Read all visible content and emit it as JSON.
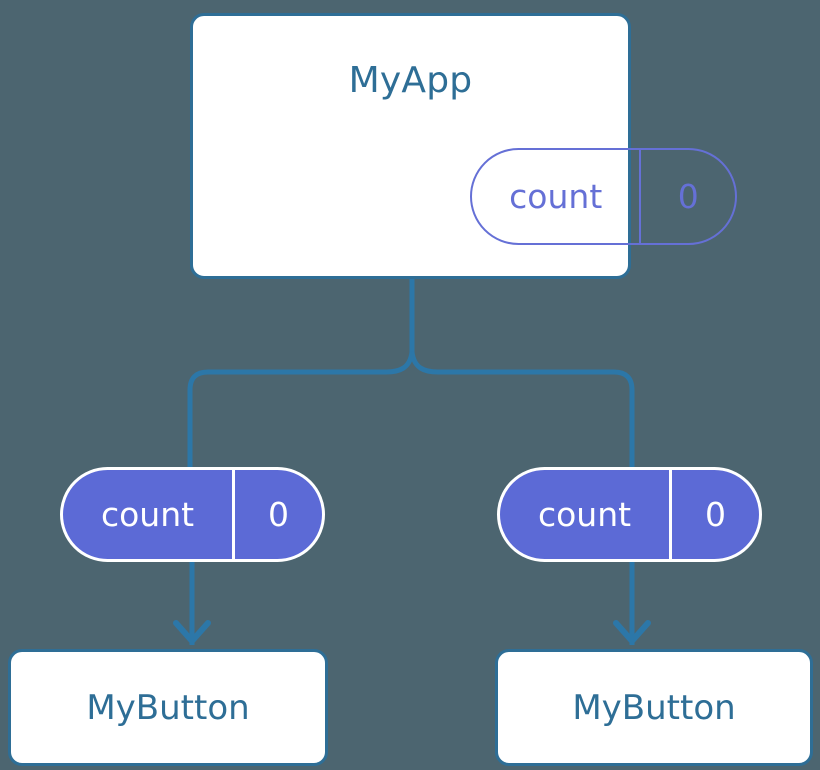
{
  "diagram": {
    "type": "component-state-tree",
    "background_color": "#4c6570",
    "accent_blue": "#2e6e96",
    "connector_blue": "#2c77a8",
    "state_purple": "#5c6ad6",
    "state_purple_outline": "#6570d6",
    "parent": {
      "name": "MyApp",
      "state": {
        "key": "count",
        "value": "0"
      }
    },
    "children": [
      {
        "name": "MyButton",
        "state": {
          "key": "count",
          "value": "0"
        }
      },
      {
        "name": "MyButton",
        "state": {
          "key": "count",
          "value": "0"
        }
      }
    ]
  }
}
